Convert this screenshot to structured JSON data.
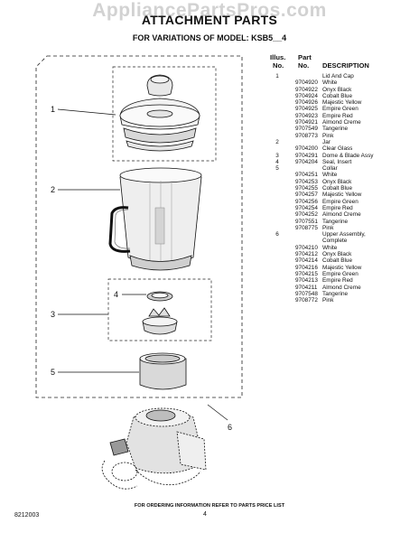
{
  "watermark": "AppliancePartsPros.com",
  "header": {
    "title": "ATTACHMENT PARTS",
    "subtitle": "FOR VARIATIONS OF MODEL: KSB5__4"
  },
  "table": {
    "headers": {
      "illus_line1": "Illus.",
      "illus_line2": "No.",
      "part_line1": "Part",
      "part_line2": "No.",
      "description": "DESCRIPTION"
    },
    "rows": [
      {
        "illus": "1",
        "part": "",
        "desc": "Lid And Cap"
      },
      {
        "illus": "",
        "part": "9704920",
        "desc": "White"
      },
      {
        "illus": "",
        "part": "9704922",
        "desc": "Onyx Black"
      },
      {
        "illus": "",
        "part": "9704924",
        "desc": "Cobalt Blue"
      },
      {
        "illus": "",
        "part": "9704926",
        "desc": "Majestic Yellow"
      },
      {
        "illus": "",
        "part": "9704925",
        "desc": "Empire Green"
      },
      {
        "illus": "",
        "part": "9704923",
        "desc": "Empire Red"
      },
      {
        "illus": "",
        "part": "9704921",
        "desc": "Almond Creme"
      },
      {
        "illus": "",
        "part": "9707549",
        "desc": "Tangerine"
      },
      {
        "illus": "",
        "part": "9708773",
        "desc": "Pink"
      },
      {
        "illus": "2",
        "part": "",
        "desc": "Jar"
      },
      {
        "illus": "",
        "part": "9704200",
        "desc": "Clear Glass"
      },
      {
        "illus": "3",
        "part": "9704291",
        "desc": "Dome & Blade Assy"
      },
      {
        "illus": "4",
        "part": "9704204",
        "desc": "Seal, Insert"
      },
      {
        "illus": "5",
        "part": "",
        "desc": "Collar"
      },
      {
        "illus": "",
        "part": "9704251",
        "desc": "White"
      },
      {
        "illus": "",
        "part": "9704253",
        "desc": "Onyx Black"
      },
      {
        "illus": "",
        "part": "9704255",
        "desc": "Cobalt Blue"
      },
      {
        "illus": "",
        "part": "9704257",
        "desc": "Majestic Yellow"
      },
      {
        "illus": "",
        "part": "9704256",
        "desc": "Empire Green"
      },
      {
        "illus": "",
        "part": "9704254",
        "desc": "Empire Red"
      },
      {
        "illus": "",
        "part": "9704252",
        "desc": "Almond Creme"
      },
      {
        "illus": "",
        "part": "9707551",
        "desc": "Tangerine"
      },
      {
        "illus": "",
        "part": "9708775",
        "desc": "Pink"
      },
      {
        "illus": "6",
        "part": "",
        "desc": "Upper Assembly,"
      },
      {
        "illus": "",
        "part": "",
        "desc": "Complete"
      },
      {
        "illus": "",
        "part": "9704210",
        "desc": "White"
      },
      {
        "illus": "",
        "part": "9704212",
        "desc": "Onyx Black"
      },
      {
        "illus": "",
        "part": "9704214",
        "desc": "Cobalt Blue"
      },
      {
        "illus": "",
        "part": "9704216",
        "desc": "Majestic Yellow"
      },
      {
        "illus": "",
        "part": "9704215",
        "desc": "Empire Green"
      },
      {
        "illus": "",
        "part": "9704213",
        "desc": "Empire Red"
      },
      {
        "illus": "",
        "part": "9704211",
        "desc": "Almond Creme"
      },
      {
        "illus": "",
        "part": "9707548",
        "desc": "Tangerine"
      },
      {
        "illus": "",
        "part": "9708772",
        "desc": "Pink"
      }
    ]
  },
  "callouts": {
    "c1": "1",
    "c2": "2",
    "c3": "3",
    "c4": "4",
    "c5": "5",
    "c6": "6"
  },
  "footer": {
    "note": "FOR ORDERING INFORMATION REFER TO PARTS PRICE LIST",
    "doc_number": "8212003",
    "page_number": "4"
  }
}
